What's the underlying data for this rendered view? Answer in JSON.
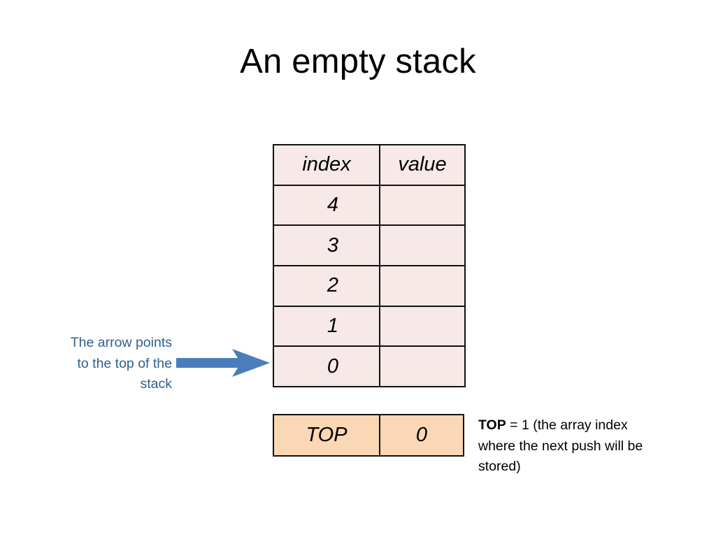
{
  "slide": {
    "title": "An empty stack"
  },
  "stack_table": {
    "headers": {
      "index": "index",
      "value": "value"
    },
    "rows": [
      {
        "index": "4",
        "value": ""
      },
      {
        "index": "3",
        "value": ""
      },
      {
        "index": "2",
        "value": ""
      },
      {
        "index": "1",
        "value": ""
      },
      {
        "index": "0",
        "value": ""
      }
    ]
  },
  "top_register": {
    "label": "TOP",
    "value": "0"
  },
  "annotations": {
    "arrow_note": "The arrow points to the top of the stack",
    "arrow_note_lines": [
      "The arrow points",
      "to the top of the",
      "stack"
    ],
    "top_note_bold": "TOP",
    "top_note_rest": " = 1 (the array index where the next push will be stored)"
  },
  "colors": {
    "table_fill": "#f6e9e8",
    "top_fill": "#fad7b5",
    "border": "#111111",
    "arrow_blue": "#4a7ebb",
    "note_blue": "#31608f",
    "text_black": "#000000",
    "background": "#ffffff"
  }
}
